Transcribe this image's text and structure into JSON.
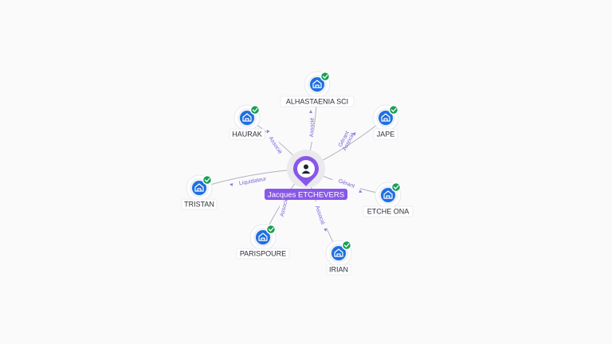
{
  "center": {
    "name": "Jacques ETCHEVERS",
    "icon": "person-icon",
    "color": "#8857e8"
  },
  "nodes": [
    {
      "id": "alhastaenia",
      "label": "ALHASTAENIA SCI",
      "relation": "Associé",
      "icon": "company-icon",
      "verified": true
    },
    {
      "id": "haurak",
      "label": "HAURAK",
      "relation": "Associé",
      "icon": "company-icon",
      "verified": true
    },
    {
      "id": "jape",
      "label": "JAPE",
      "relation": "Gérant Associé",
      "icon": "company-icon",
      "verified": true
    },
    {
      "id": "tristan",
      "label": "TRISTAN",
      "relation": "Liquidateur",
      "icon": "company-icon",
      "verified": true
    },
    {
      "id": "etcheona",
      "label": "ETCHE ONA",
      "relation": "Gérant",
      "icon": "company-icon",
      "verified": true
    },
    {
      "id": "parispoure",
      "label": "PARISPOURE",
      "relation": "Associé",
      "icon": "company-icon",
      "verified": true
    },
    {
      "id": "irian",
      "label": "IRIAN",
      "relation": "Associé",
      "icon": "company-icon",
      "verified": true
    }
  ],
  "colors": {
    "company": "#1f6fe0",
    "verified": "#1a9e55",
    "edge_label": "#7d63d8"
  }
}
